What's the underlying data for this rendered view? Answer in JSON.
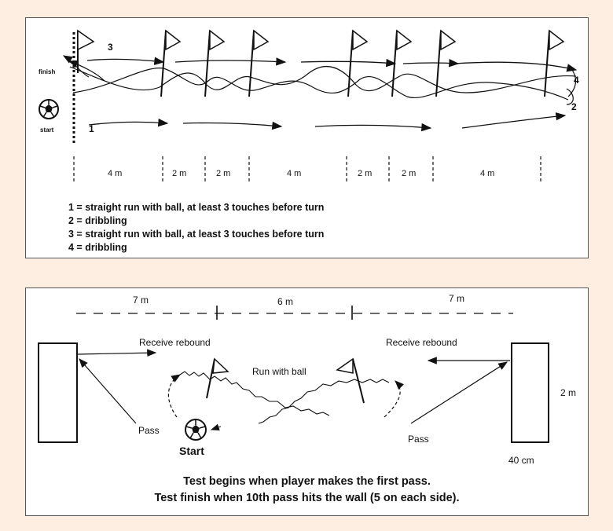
{
  "top": {
    "course_labels": {
      "one": "1",
      "two": "2",
      "three": "3",
      "four": "4"
    },
    "finish_label": "finish",
    "start_label": "start",
    "distances": [
      "4 m",
      "2 m",
      "2 m",
      "4 m",
      "2 m",
      "2 m",
      "4 m"
    ],
    "legend": [
      "1 = straight run with ball, at least 3 touches before turn",
      "2 = dribbling",
      "3 = straight run with ball, at least 3 touches before turn",
      "4 = dribbling"
    ]
  },
  "bottom": {
    "distances": [
      "7 m",
      "6 m",
      "7 m"
    ],
    "receive_left": "Receive rebound",
    "receive_right": "Receive rebound",
    "run_with_ball": "Run with ball",
    "pass_left": "Pass",
    "pass_right": "Pass",
    "start": "Start",
    "wall_height": "2 m",
    "wall_width": "40 cm",
    "caption": [
      "Test begins when player makes the first pass.",
      "Test finish when 10th pass hits the wall (5 on each side)."
    ]
  }
}
